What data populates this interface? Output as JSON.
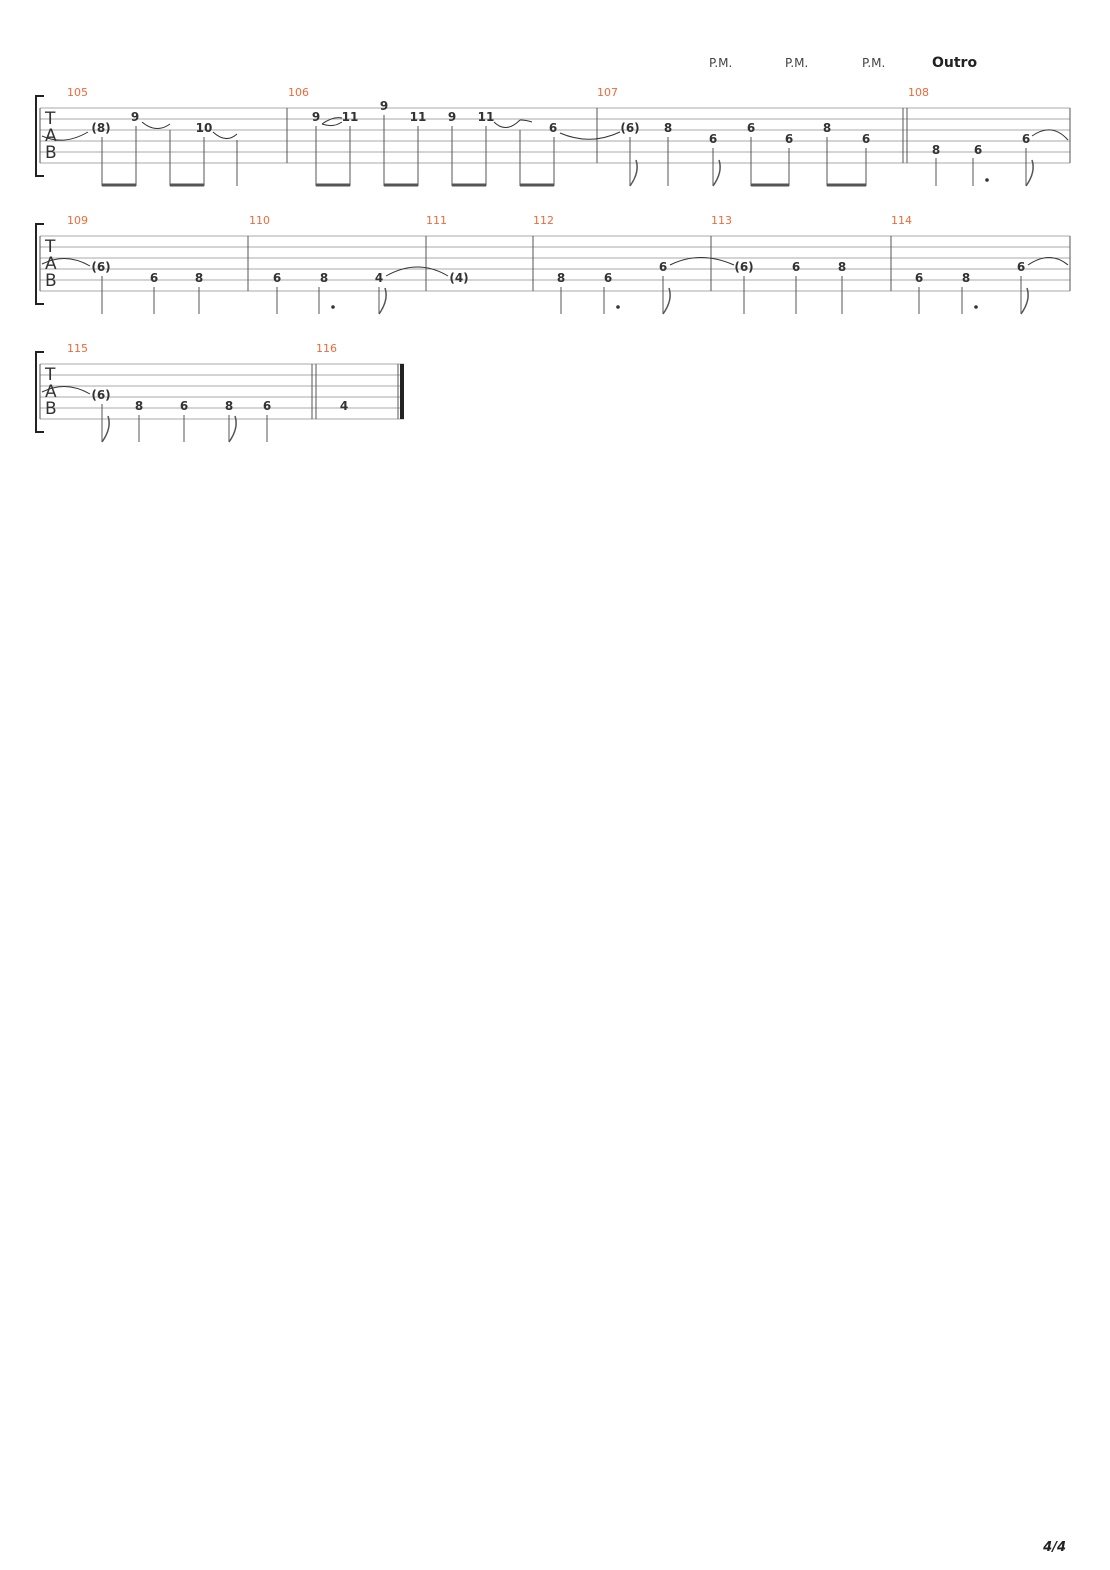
{
  "page": {
    "number": "4/4"
  },
  "annotations": {
    "palm_mute": [
      "P.M.",
      "P.M.",
      "P.M."
    ],
    "section": "Outro"
  },
  "tab_clef": [
    "T",
    "A",
    "B"
  ],
  "systems": [
    {
      "measures": [
        {
          "number": "105",
          "notes": [
            "(8)",
            "9",
            "10"
          ]
        },
        {
          "number": "106",
          "notes": [
            "9",
            "11",
            "9",
            "11",
            "9",
            "11",
            "6"
          ]
        },
        {
          "number": "107",
          "notes": [
            "(6)",
            "8",
            "6",
            "6",
            "6",
            "8",
            "6"
          ]
        },
        {
          "number": "108",
          "notes": [
            "8",
            "6",
            "6"
          ]
        }
      ]
    },
    {
      "measures": [
        {
          "number": "109",
          "notes": [
            "(6)",
            "6",
            "8"
          ]
        },
        {
          "number": "110",
          "notes": [
            "6",
            "8",
            "4"
          ]
        },
        {
          "number": "111",
          "notes": [
            "(4)"
          ]
        },
        {
          "number": "112",
          "notes": [
            "8",
            "6",
            "6"
          ]
        },
        {
          "number": "113",
          "notes": [
            "(6)",
            "6",
            "8"
          ]
        },
        {
          "number": "114",
          "notes": [
            "6",
            "8",
            "6"
          ]
        }
      ]
    },
    {
      "measures": [
        {
          "number": "115",
          "notes": [
            "(6)",
            "8",
            "6",
            "8",
            "6"
          ]
        },
        {
          "number": "116",
          "notes": [
            "4"
          ]
        }
      ]
    }
  ]
}
